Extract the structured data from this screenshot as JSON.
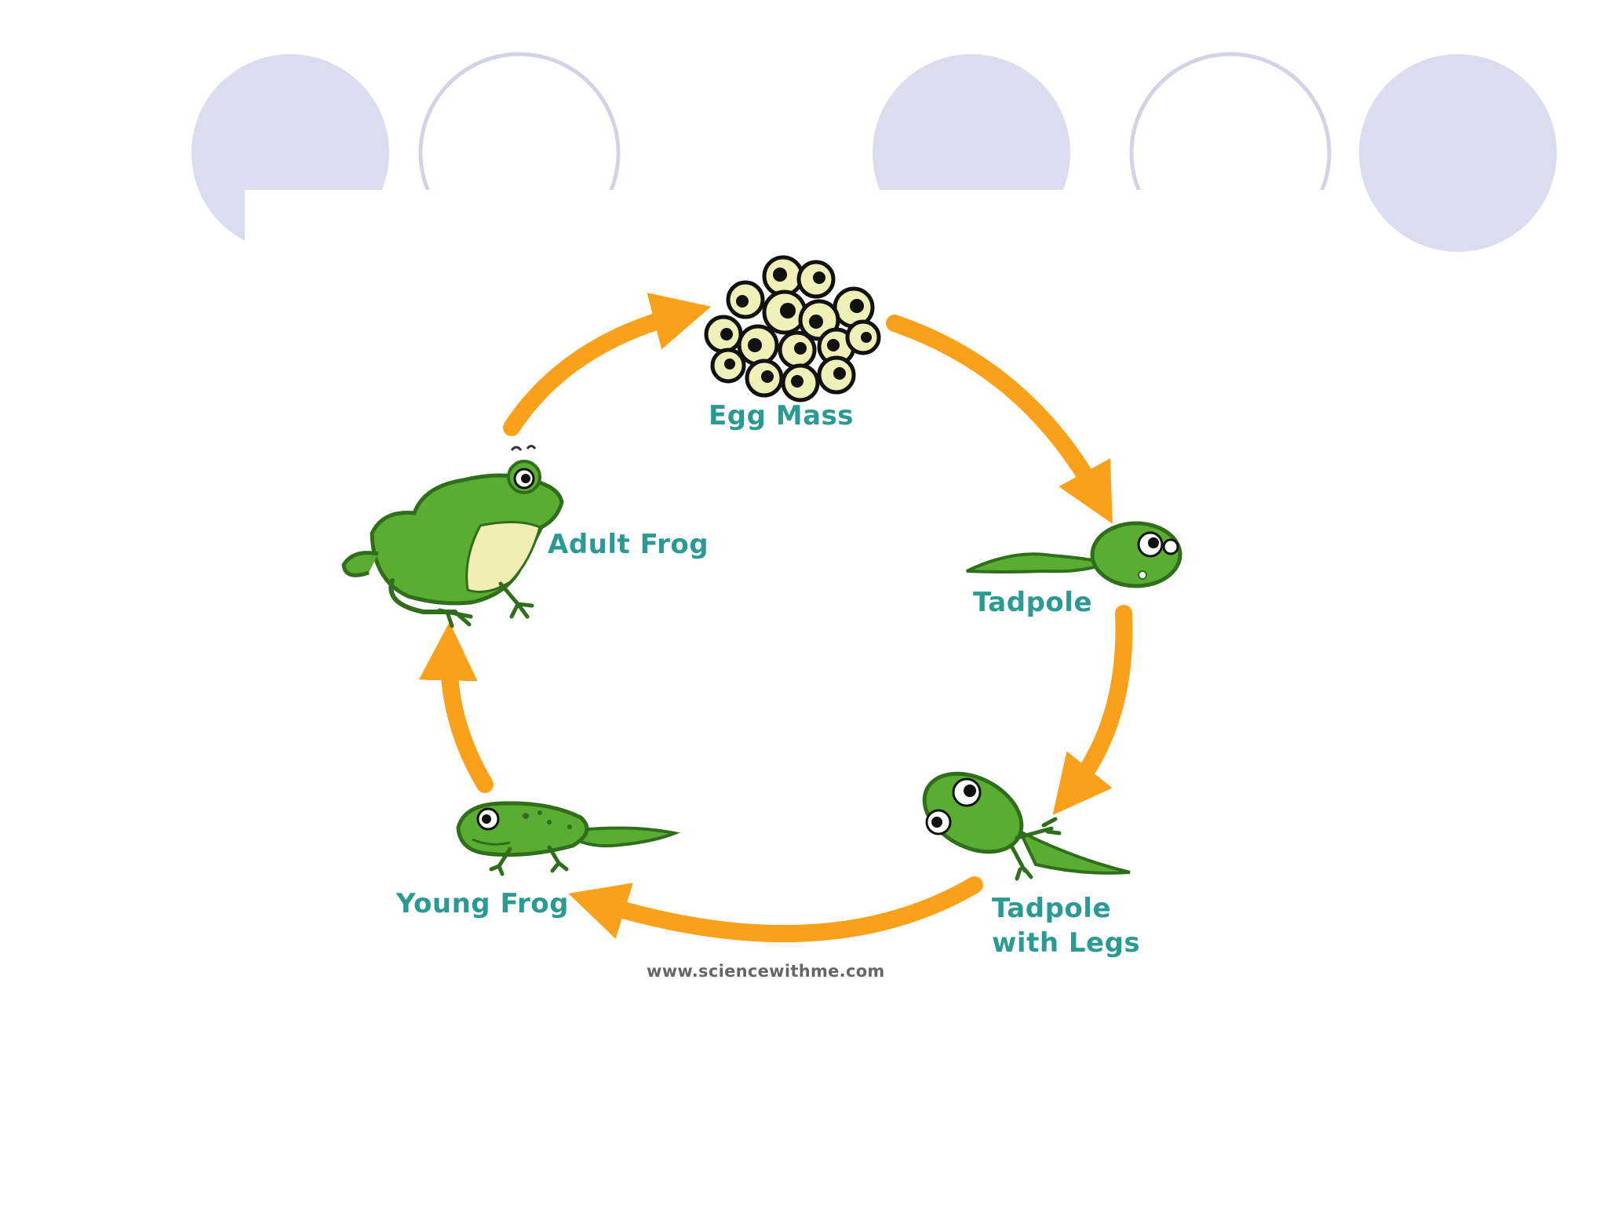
{
  "diagram": {
    "stages": [
      {
        "id": "egg-mass",
        "label": "Egg Mass"
      },
      {
        "id": "tadpole",
        "label": "Tadpole"
      },
      {
        "id": "tadpole-with-legs",
        "label_line1": "Tadpole",
        "label_line2": "with Legs"
      },
      {
        "id": "young-frog",
        "label": "Young Frog"
      },
      {
        "id": "adult-frog",
        "label": "Adult Frog"
      }
    ],
    "credit": "www.sciencewithme.com",
    "colors": {
      "arrow": "#f9a11b",
      "label": "#2a9a93",
      "frog_green": "#5aad32",
      "frog_dark": "#2f6e1a",
      "frog_belly": "#f2edb4",
      "egg_yolk": "#eef0b8",
      "decor_circle": "#dcdcef",
      "decor_ring": "#d3d3e8"
    },
    "icons": [
      "egg-mass-icon",
      "tadpole-icon",
      "tadpole-with-legs-icon",
      "young-frog-icon",
      "adult-frog-icon"
    ]
  }
}
